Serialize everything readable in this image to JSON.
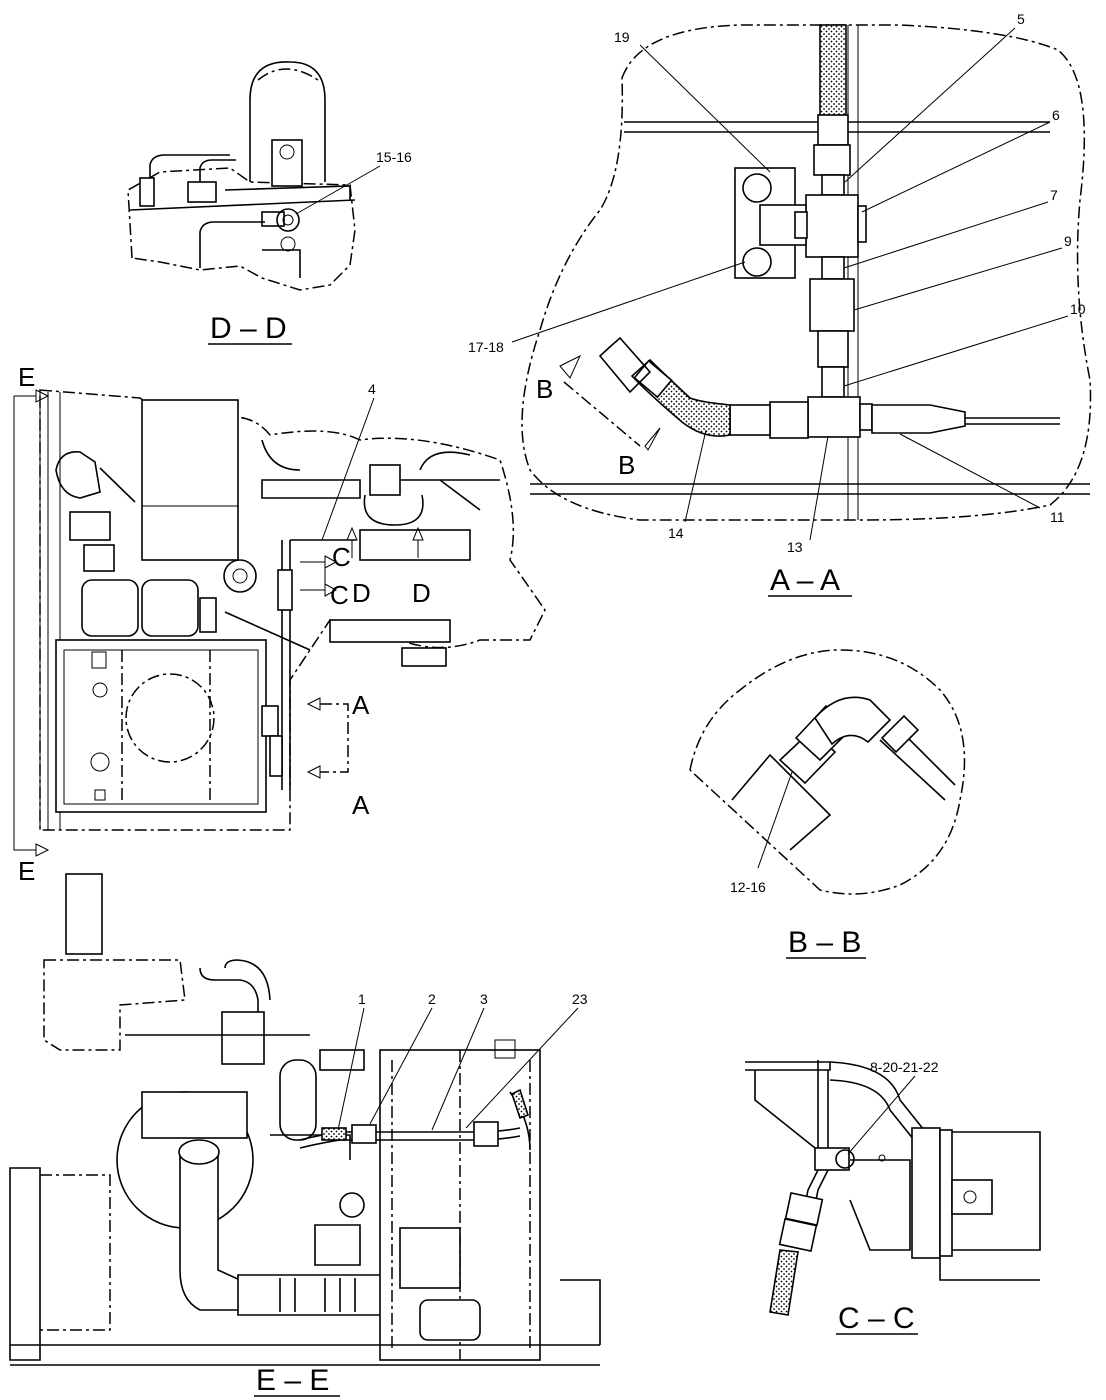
{
  "views": {
    "dd": {
      "title": "D – D",
      "callouts": [
        "15-16"
      ]
    },
    "aa": {
      "title": "A – A",
      "callouts": [
        "19",
        "5",
        "6",
        "7",
        "9",
        "10",
        "17-18",
        "14",
        "13",
        "11"
      ]
    },
    "bb": {
      "title": "B – B",
      "callouts": [
        "12-16"
      ]
    },
    "cc": {
      "title": "C – C",
      "callouts": [
        "8-20-21-22"
      ]
    },
    "ee": {
      "title": "E – E",
      "callouts": [
        "1",
        "2",
        "3",
        "23"
      ]
    },
    "main": {
      "callouts": [
        "4"
      ]
    }
  },
  "section_markers": {
    "e_top": "E",
    "e_bottom": "E",
    "a_top": "A",
    "a_bottom": "A",
    "b_top": "B",
    "b_bottom": "B",
    "c_top": "C",
    "c_bottom": "C",
    "d_left": "D",
    "d_right": "D"
  }
}
